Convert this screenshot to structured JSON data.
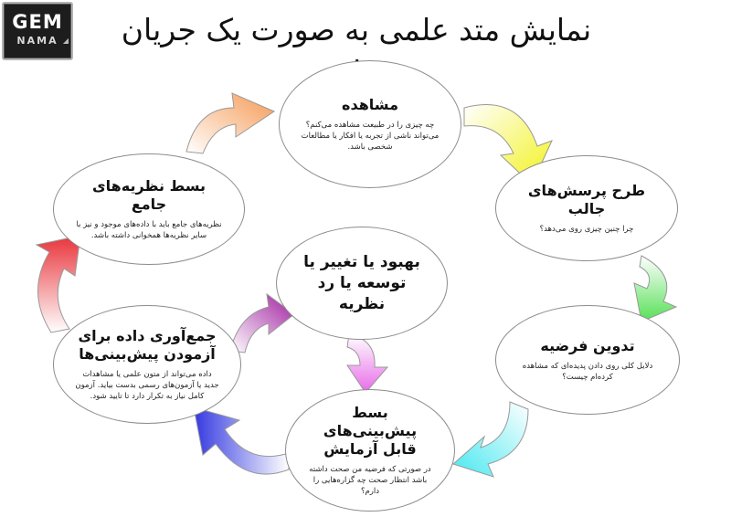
{
  "title": "نمایش متد علمی به صورت یک جریان مداوم",
  "logo": {
    "line1": "GEM",
    "line2": "NAMA"
  },
  "nodes": {
    "observation": {
      "title": "مشاهده",
      "desc": "چه چیزی را در طبیعت مشاهده می‌کنم؟ می‌تواند ناشی از تجربه یا افکار یا مطالعات شخصی باشد."
    },
    "questions": {
      "title": "طرح پرسش‌های جالب",
      "desc": "چرا چنین چیزی روی می‌دهد؟"
    },
    "hypothesis": {
      "title": "تدوین فرضیه",
      "desc": "دلایل کلی روی دادن پدیده‌ای که مشاهده کرده‌ام چیست؟"
    },
    "predictions": {
      "title": "بسط پیش‌بینی‌های قابل آزمایش",
      "desc": "در صورتی که فرضیه من صحت داشته باشد انتظار صحت چه گزاره‌هایی را دارم؟"
    },
    "data": {
      "title": "جمع‌آوری داده برای آزمودن پیش‌بینی‌ها",
      "desc": "داده می‌تواند از متون علمی یا مشاهدات جدید یا آزمون‌های رسمی بدست بیاید. آزمون کامل نیاز به تکرار دارد تا تایید شود."
    },
    "theories": {
      "title": "بسط نظریه‌های جامع",
      "desc": "نظریه‌های جامع باید با داده‌های موجود و نیز با سایر نظریه‌ها همخوانی داشته باشد."
    },
    "center": {
      "title": "بهبود یا تغییر یا توسعه یا رد نظریه",
      "desc": ""
    }
  },
  "arrow_colors": {
    "observation_to_questions": "#f2f21a",
    "questions_to_hypothesis": "#55e055",
    "hypothesis_to_predictions": "#46e8f0",
    "predictions_to_data": "#3338e0",
    "data_to_theories": "#e8333a",
    "theories_to_observation": "#f59a55",
    "data_to_center": "#a020a0",
    "center_to_predictions": "#e86ae8"
  }
}
